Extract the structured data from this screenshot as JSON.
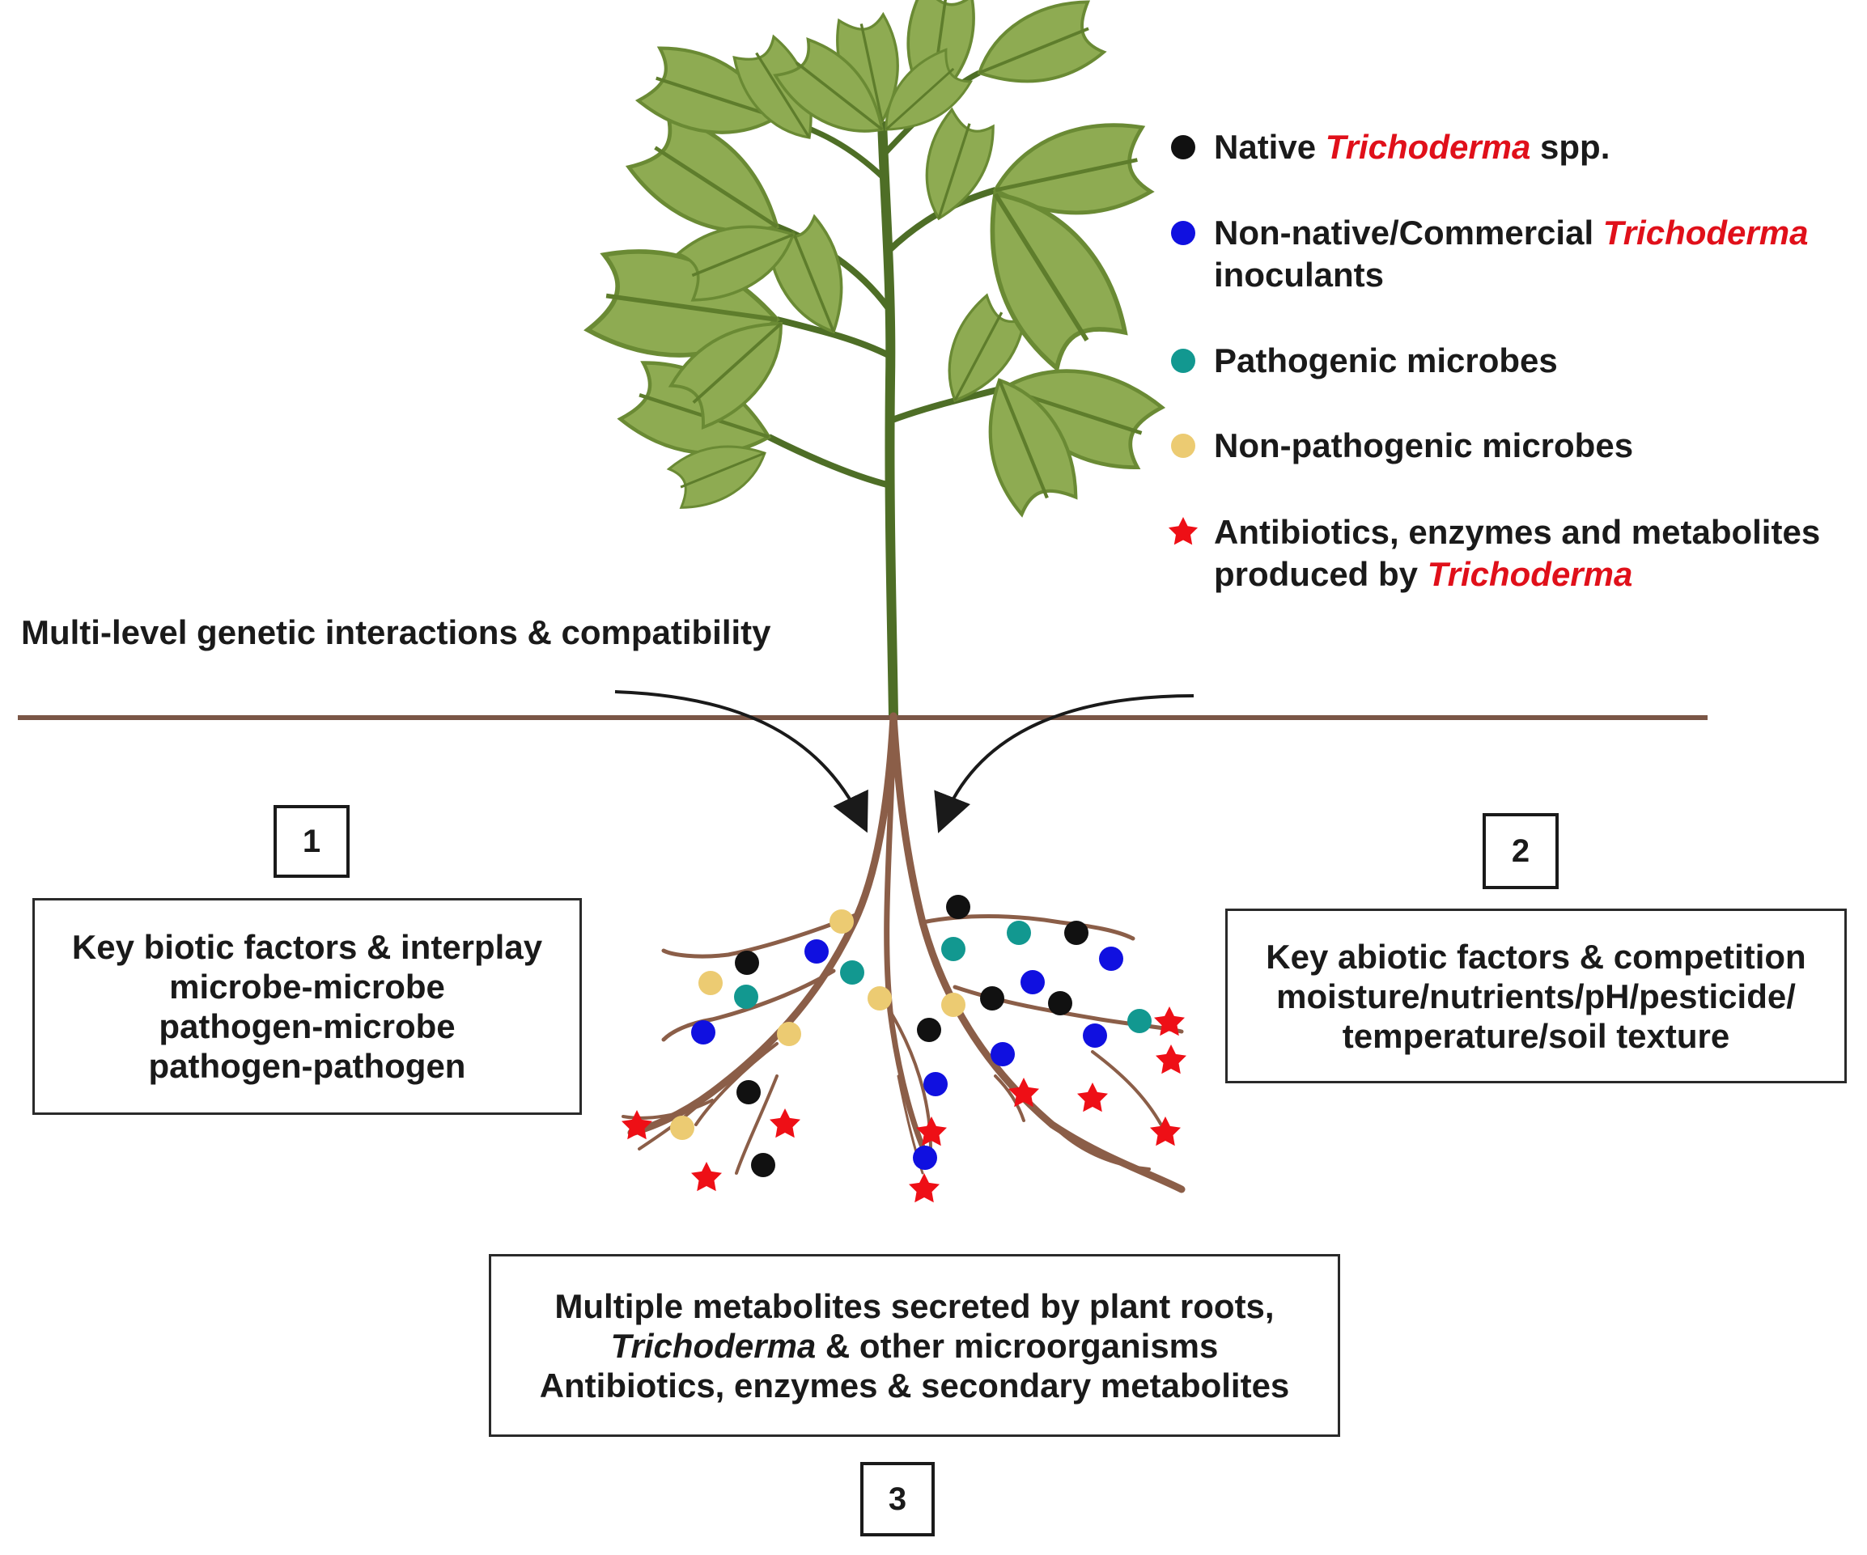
{
  "legend": {
    "native": {
      "before": "Native ",
      "emph": "Trichoderma",
      "after": " spp.",
      "color": "#111111"
    },
    "nonnative": {
      "line1_before": "Non-native/Commercial ",
      "line1_emph": "Trichoderma",
      "line2": "inoculants",
      "color": "#1010e0"
    },
    "pathogenic": {
      "label": "Pathogenic microbes",
      "color": "#129890"
    },
    "nonpathogenic": {
      "label": "Non-pathogenic microbes",
      "color": "#eccb72"
    },
    "antibiotics": {
      "line1": "Antibiotics, enzymes and metabolites",
      "line2_before": "produced by ",
      "line2_emph": "Trichoderma",
      "color": "#ee0f16"
    }
  },
  "interactions_label": "Multi-level genetic interactions & compatibility",
  "box1": {
    "number": "1",
    "lines": [
      "Key biotic  factors & interplay",
      "microbe-microbe",
      "pathogen-microbe",
      "pathogen-pathogen"
    ]
  },
  "box2": {
    "number": "2",
    "lines": [
      "Key abiotic factors &  competition",
      "moisture/nutrients/pH/pesticide/",
      "temperature/soil texture"
    ]
  },
  "box3": {
    "number": "3",
    "line1": "Multiple metabolites secreted by plant roots,",
    "line2_emph": "Trichoderma",
    "line2_rest": " & other microorganisms",
    "line3": "Antibiotics, enzymes  & secondary metabolites"
  },
  "colors": {
    "soil_line": "#7a5646",
    "root": "#8b5e48",
    "stem": "#4e6e26",
    "leaf": "#8eab52",
    "leaf_dark": "#6a8a34"
  }
}
